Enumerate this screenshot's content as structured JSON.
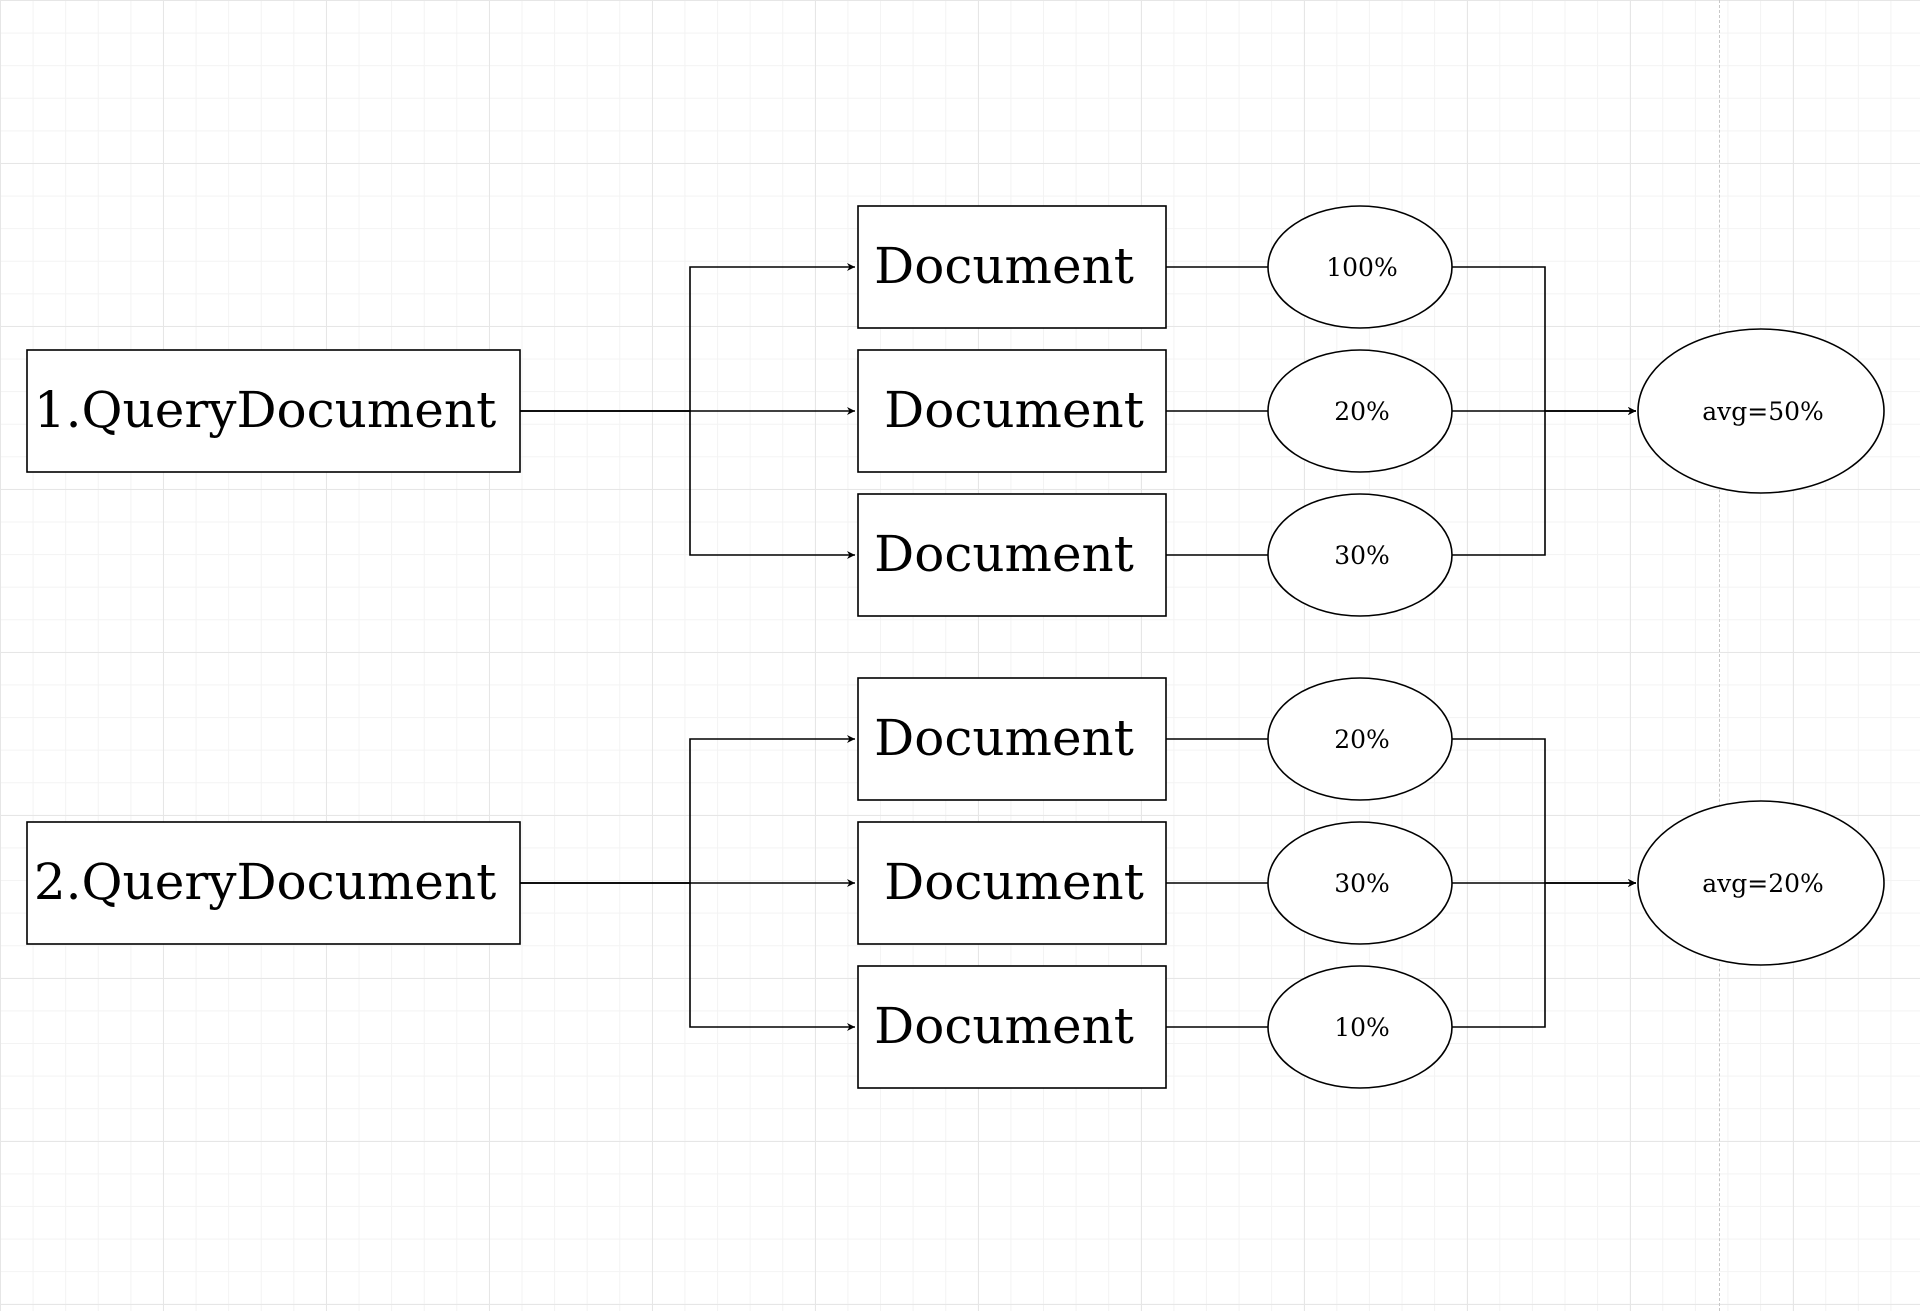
{
  "groups": [
    {
      "query_label": "1.QueryDocument",
      "documents": [
        {
          "label": "Document",
          "score": "100%"
        },
        {
          "label": "Document",
          "score": "20%"
        },
        {
          "label": "Document",
          "score": "30%"
        }
      ],
      "average": "avg=50%"
    },
    {
      "query_label": "2.QueryDocument",
      "documents": [
        {
          "label": "Document",
          "score": "20%"
        },
        {
          "label": "Document",
          "score": "30%"
        },
        {
          "label": "Document",
          "score": "10%"
        }
      ],
      "average": "avg=20%"
    }
  ]
}
